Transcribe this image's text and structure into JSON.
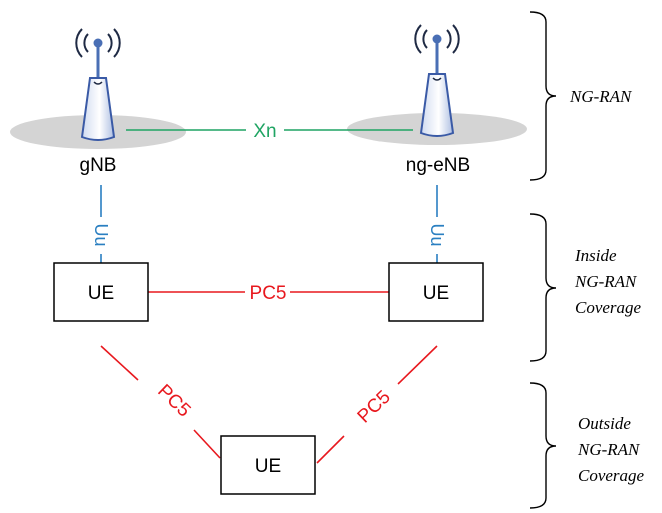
{
  "nodes": {
    "gnb": "gNB",
    "ng_enb": "ng-eNB",
    "ue_left": "UE",
    "ue_right": "UE",
    "ue_bottom": "UE"
  },
  "links": {
    "xn": "Xn",
    "uu_left": "Uu",
    "uu_right": "Uu",
    "pc5_top": "PC5",
    "pc5_left": "PC5",
    "pc5_right": "PC5"
  },
  "regions": {
    "ng_ran": "NG-RAN",
    "inside_l1": "Inside",
    "inside_l2": "NG-RAN",
    "inside_l3": "Coverage",
    "outside_l1": "Outside",
    "outside_l2": "NG-RAN",
    "outside_l3": "Coverage"
  },
  "colors": {
    "xn_link": "#1fa463",
    "uu_link": "#2a7fc1",
    "pc5_link": "#e8181e",
    "antenna": "#4a6fb5",
    "coverage": "#d4d4d4"
  }
}
